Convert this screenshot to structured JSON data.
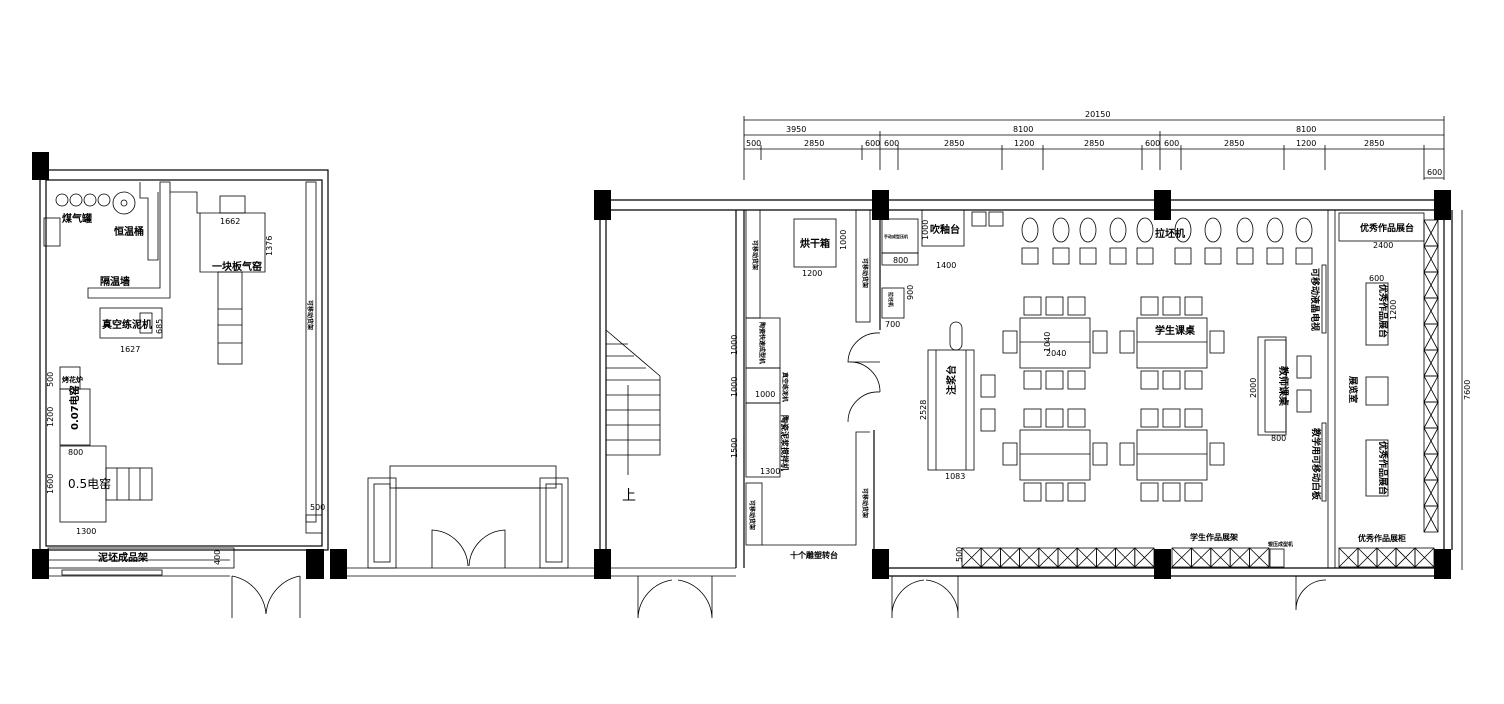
{
  "drawing": {
    "labels": {
      "gas_tank": "煤气罐",
      "thermostat_bucket": "恒温桶",
      "insulation_wall": "隔温墙",
      "gas_kiln": "一块板气窑",
      "vacuum_pugmill_left": "真空练泥机",
      "movable_shelf": "可移动货架",
      "decal_kiln": "烤花炉",
      "kiln_007": "0.07电窑",
      "kiln_05": "0.5电窑",
      "greenware_rack": "泥坯成品架",
      "stairs_up": "上",
      "drying_oven": "烘干箱",
      "ceramic_rapid_former": "陶瓷快速成型机",
      "vacuum_pugmill_mid": "真空练泥机",
      "slip_mixer": "陶瓷泥浆搅拌机",
      "sculpture_turntables": "十个雕塑转台",
      "manual_press": "手动成型压机",
      "throwing_wheel_small": "拉坯机",
      "glaze_spray_table": "吹釉台",
      "slip_casting_table": "注浆台",
      "throwing_wheel": "拉坯机",
      "student_desk": "学生课桌",
      "teacher_desk": "教师课桌",
      "movable_tv": "可移动液晶电视",
      "movable_whiteboard": "教学用可移动白板",
      "excellent_stand": "优秀作品展台",
      "exhibition_room": "展览室",
      "student_work_rack": "学生作品展架",
      "roller_press": "辊压成型机",
      "excellent_cabinet": "优秀作品展柜"
    },
    "dimensions": {
      "total": "20150",
      "seg1": "3950",
      "seg2": "8100",
      "seg3": "8100",
      "d500": "500",
      "d2850": "2850",
      "d600": "600",
      "d1200": "1200",
      "d1000": "1000",
      "d1300": "1300",
      "d1500": "1500",
      "d1400": "1400",
      "d800": "800",
      "d900": "900",
      "d700": "700",
      "d2528": "2528",
      "d1083": "1083",
      "d1040": "1040",
      "d2040": "2040",
      "d2000": "2000",
      "d2400": "2400",
      "d7600": "7600",
      "d1662": "1662",
      "d1376": "1376",
      "d685": "685",
      "d1627": "1627",
      "d1600": "1600",
      "d400": "400"
    }
  }
}
